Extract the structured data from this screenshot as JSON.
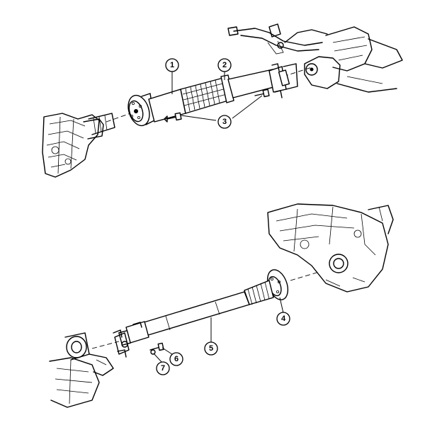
{
  "callouts": [
    {
      "id": "callout-1",
      "number": "1"
    },
    {
      "id": "callout-2",
      "number": "2"
    },
    {
      "id": "callout-3",
      "number": "3"
    },
    {
      "id": "callout-4",
      "number": "4"
    },
    {
      "id": "callout-5",
      "number": "5"
    },
    {
      "id": "callout-6",
      "number": "6"
    },
    {
      "id": "callout-7",
      "number": "7"
    }
  ]
}
